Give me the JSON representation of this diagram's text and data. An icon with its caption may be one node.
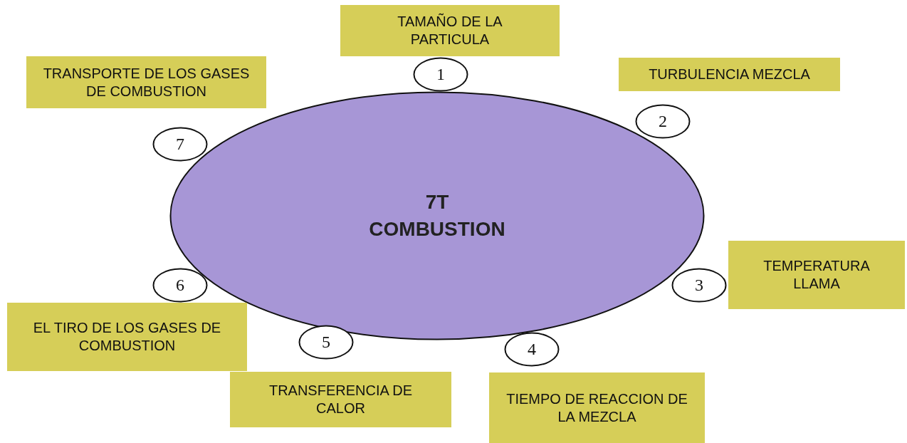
{
  "diagram": {
    "nodes": [
      {
        "text": [
          "7T COMBUSTION"
        ]
      },
      {
        "text": [
          "TAMAÑO DE LA PARTICULA"
        ]
      },
      {
        "text": [
          "1"
        ]
      },
      {
        "text": [
          "TRANSPORTE DE LOS GASES DE COMBUSTION"
        ]
      },
      {
        "text": [
          "TURBULENCIA MEZCLA"
        ]
      },
      {
        "text": [
          "2"
        ]
      },
      {
        "text": [
          "7"
        ]
      },
      {
        "text": [
          "TEMPERATURA LLAMA"
        ]
      },
      {
        "text": [
          "3"
        ]
      },
      {
        "text": [
          "6"
        ]
      },
      {
        "text": [
          "EL TIRO DE LOS GASES DE COMBUSTION"
        ]
      },
      {
        "text": [
          "5"
        ]
      },
      {
        "text": [
          "4"
        ]
      },
      {
        "text": [
          "TRANSFERENCIA DE CALOR"
        ]
      },
      {
        "text": [
          "TIEMPO DE REACCION DE LA MEZCLA"
        ]
      }
    ]
  }
}
